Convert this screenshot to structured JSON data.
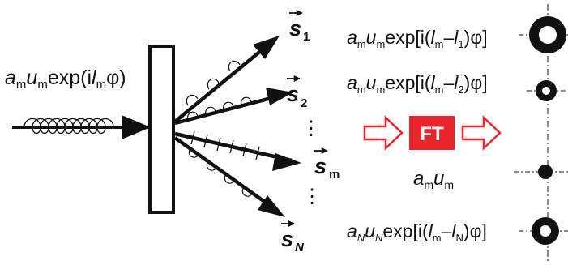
{
  "input": {
    "pre": "a",
    "sub_m": "m",
    "u": "u",
    "exp_open": "exp(i",
    "l": "l",
    "close": "φ)"
  },
  "beams": [
    {
      "name": "s",
      "sub": "1"
    },
    {
      "name": "s",
      "sub": "2"
    },
    {
      "name": "s",
      "sub": "m"
    },
    {
      "name": "s",
      "sub": "N"
    }
  ],
  "ellipsis": "⋮",
  "ft": {
    "label": "FT",
    "box_color": "#e8262b",
    "arrow_color": "#e8262b"
  },
  "center": {
    "a": "a",
    "u": "u",
    "sub": "m"
  },
  "outputs": [
    {
      "a": "a",
      "u": "u",
      "sub": "m",
      "exp": "exp[i(",
      "l1": "l",
      "l1_sub": "m",
      "minus": "–",
      "l2": "l",
      "l2_sub": "1",
      "close": ")φ]"
    },
    {
      "a": "a",
      "u": "u",
      "sub": "m",
      "exp": "exp[i(",
      "l1": "l",
      "l1_sub": "m",
      "minus": "–",
      "l2": "l",
      "l2_sub": "2",
      "close": ")φ]"
    },
    {
      "a": "a",
      "u": "u",
      "sub": "N",
      "exp": "exp[i(",
      "l1": "l",
      "l1_sub": "m",
      "minus": "–",
      "l2": "l",
      "l2_sub": "N",
      "close": ")φ]"
    }
  ]
}
